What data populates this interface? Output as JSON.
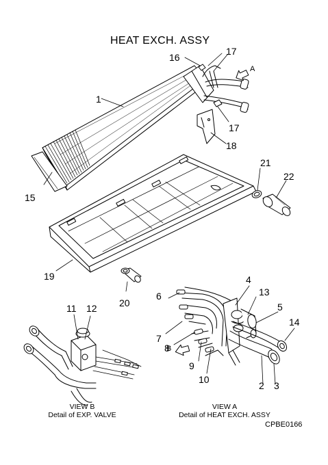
{
  "title": "HEAT EXCH. ASSY",
  "callouts": {
    "c1": "1",
    "c2": "2",
    "c3": "3",
    "c4": "4",
    "c5": "5",
    "c6": "6",
    "c7": "7",
    "c8": "8",
    "c9": "9",
    "c10": "10",
    "c11": "11",
    "c12": "12",
    "c13": "13",
    "c14": "14",
    "c15": "15",
    "c16": "16",
    "c17a": "17",
    "c17b": "17",
    "c18": "18",
    "c19": "19",
    "c20": "20",
    "c21": "21",
    "c22": "22"
  },
  "view_markers": {
    "a": "A",
    "b": "B"
  },
  "captions": {
    "view_b_title": "VIEW B",
    "view_b_desc": "Detail of EXP. VALVE",
    "view_a_title": "VIEW A",
    "view_a_desc": "Detail of HEAT EXCH. ASSY"
  },
  "drawing_code": "CPBE0166"
}
